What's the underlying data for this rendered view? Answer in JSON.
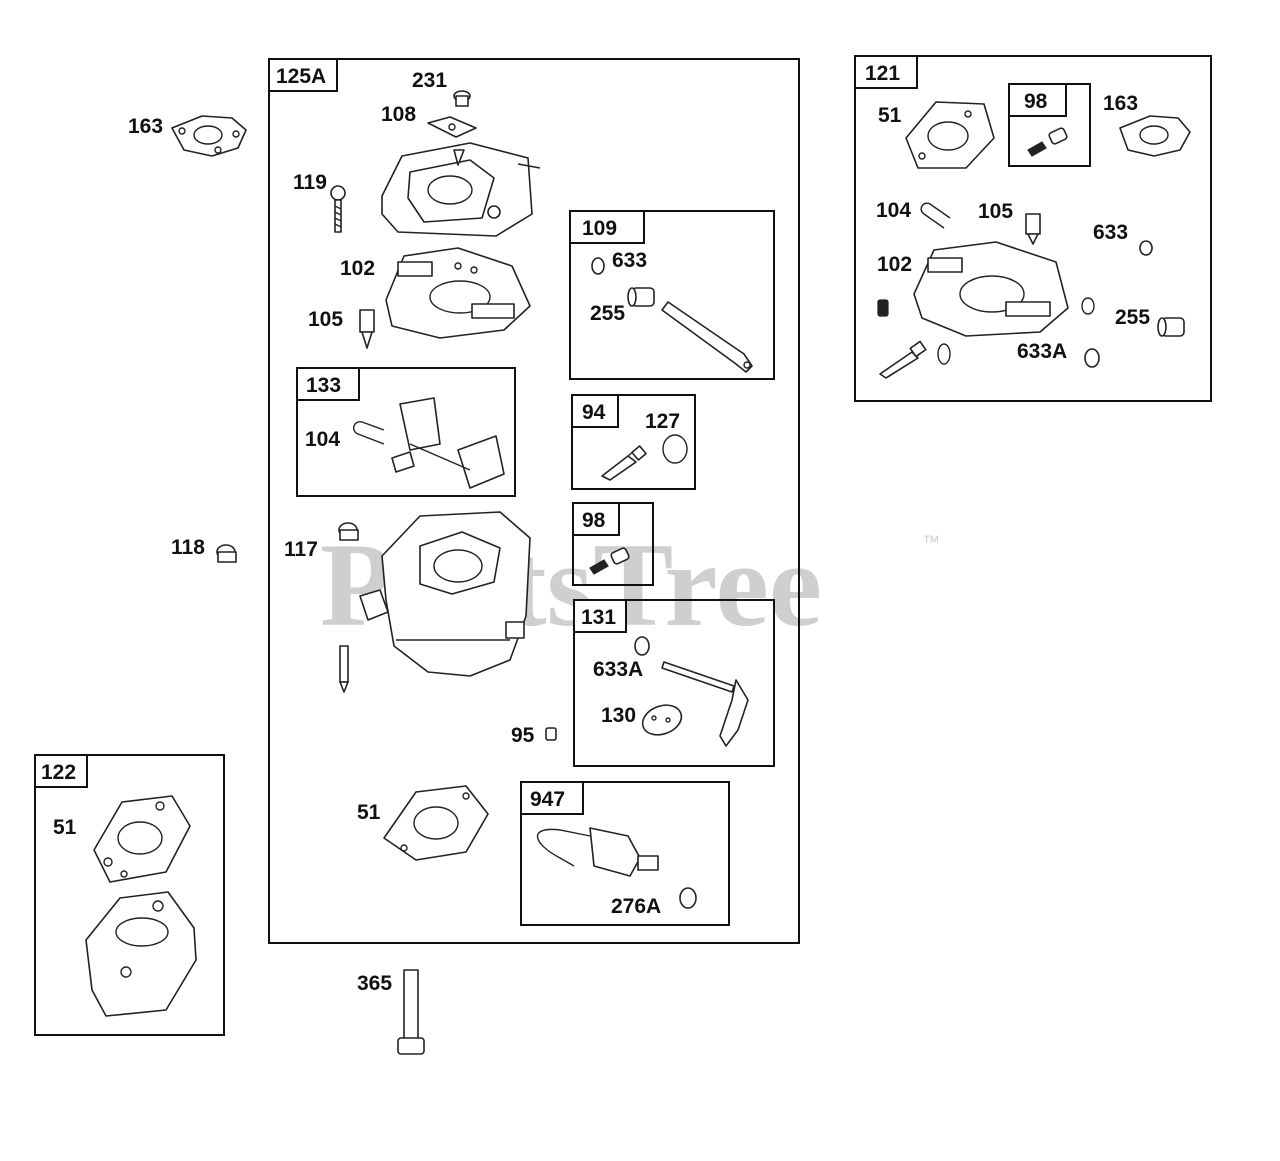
{
  "watermark": {
    "brand": "PartsTree",
    "mark": "™"
  },
  "kits": {
    "k125A": {
      "number": "125A"
    },
    "k109": {
      "number": "109"
    },
    "k133": {
      "number": "133"
    },
    "k94": {
      "number": "94"
    },
    "k98a": {
      "number": "98"
    },
    "k131": {
      "number": "131"
    },
    "k947": {
      "number": "947"
    },
    "k121": {
      "number": "121"
    },
    "k98b": {
      "number": "98"
    },
    "k122": {
      "number": "122"
    }
  },
  "callouts": {
    "c163_left": "163",
    "c231": "231",
    "c108": "108",
    "c119": "119",
    "c102_main": "102",
    "c105_main": "105",
    "c633_k109": "633",
    "c255_k109": "255",
    "c104_k133": "104",
    "c127": "127",
    "c118": "118",
    "c117": "117",
    "c633A_k131": "633A",
    "c130": "130",
    "c95": "95",
    "c51_main": "51",
    "c276A": "276A",
    "c365": "365",
    "c51_k121": "51",
    "c163_k121": "163",
    "c104_k121": "104",
    "c105_k121": "105",
    "c633_k121": "633",
    "c102_k121": "102",
    "c255_k121": "255",
    "c633A_k121": "633A",
    "c51_k122": "51"
  }
}
